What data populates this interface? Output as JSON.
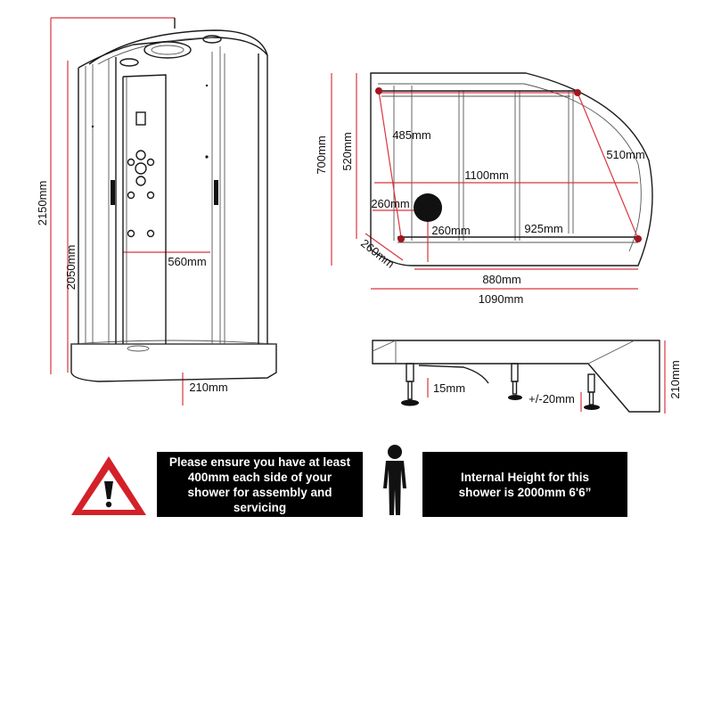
{
  "dimensions": {
    "front_total_height": "2150mm",
    "front_height": "2050mm",
    "front_inner_width": "560mm",
    "front_tray_height": "210mm",
    "plan_depth_total": "700mm",
    "plan_depth_rect": "520mm",
    "plan_485": "485mm",
    "plan_510": "510mm",
    "plan_1100": "1100mm",
    "plan_260_left": "260mm",
    "plan_260_right": "260mm",
    "plan_925": "925mm",
    "plan_260_diag": "260mm",
    "plan_880": "880mm",
    "plan_1090": "1090mm",
    "side_15": "15mm",
    "side_adjust": "+/-20mm",
    "side_210": "210mm"
  },
  "notices": {
    "assembly": "Please ensure you have at least\n400mm each side of your\nshower for assembly and\nservicing",
    "internal_height": "Internal Height for this\nshower is 2000mm 6'6”"
  },
  "colors": {
    "dimension_line": "#d9363e",
    "warning_red": "#d42028",
    "box_bg": "#000000",
    "box_text": "#ffffff"
  }
}
